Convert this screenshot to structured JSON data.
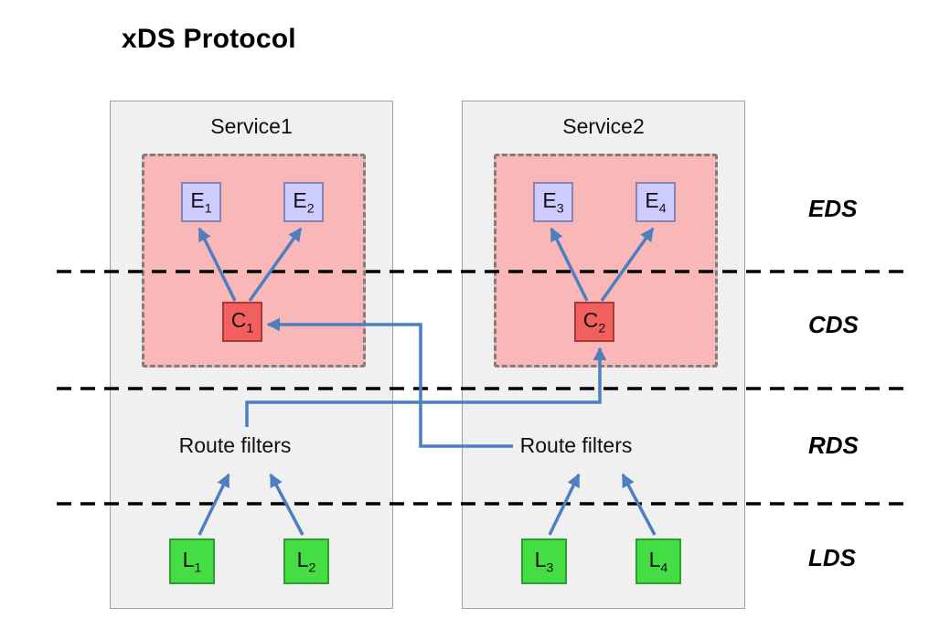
{
  "title": "xDS Protocol",
  "layers": [
    {
      "label": "EDS"
    },
    {
      "label": "CDS"
    },
    {
      "label": "RDS"
    },
    {
      "label": "LDS"
    }
  ],
  "services": [
    {
      "name": "Service1",
      "route_filters": "Route filters",
      "endpoints": [
        {
          "base": "E",
          "sub": "1"
        },
        {
          "base": "E",
          "sub": "2"
        }
      ],
      "cluster": {
        "base": "C",
        "sub": "1"
      },
      "listeners": [
        {
          "base": "L",
          "sub": "1"
        },
        {
          "base": "L",
          "sub": "2"
        }
      ]
    },
    {
      "name": "Service2",
      "route_filters": "Route filters",
      "endpoints": [
        {
          "base": "E",
          "sub": "3"
        },
        {
          "base": "E",
          "sub": "4"
        }
      ],
      "cluster": {
        "base": "C",
        "sub": "2"
      },
      "listeners": [
        {
          "base": "L",
          "sub": "3"
        },
        {
          "base": "L",
          "sub": "4"
        }
      ]
    }
  ],
  "colors": {
    "service_fill": "#f0f0f0",
    "service_border": "#a0a0a0",
    "cluster_region_fill": "#f9b7b7",
    "cluster_region_border": "#7e7e7e",
    "endpoint_fill": "#ccccff",
    "endpoint_border": "#8484b8",
    "cluster_fill": "#f25f5f",
    "cluster_border": "#aa3a3a",
    "listener_fill": "#44dd44",
    "listener_border": "#2f9e2f",
    "arrow": "#4d7fc0",
    "dashed_line": "#000000"
  }
}
